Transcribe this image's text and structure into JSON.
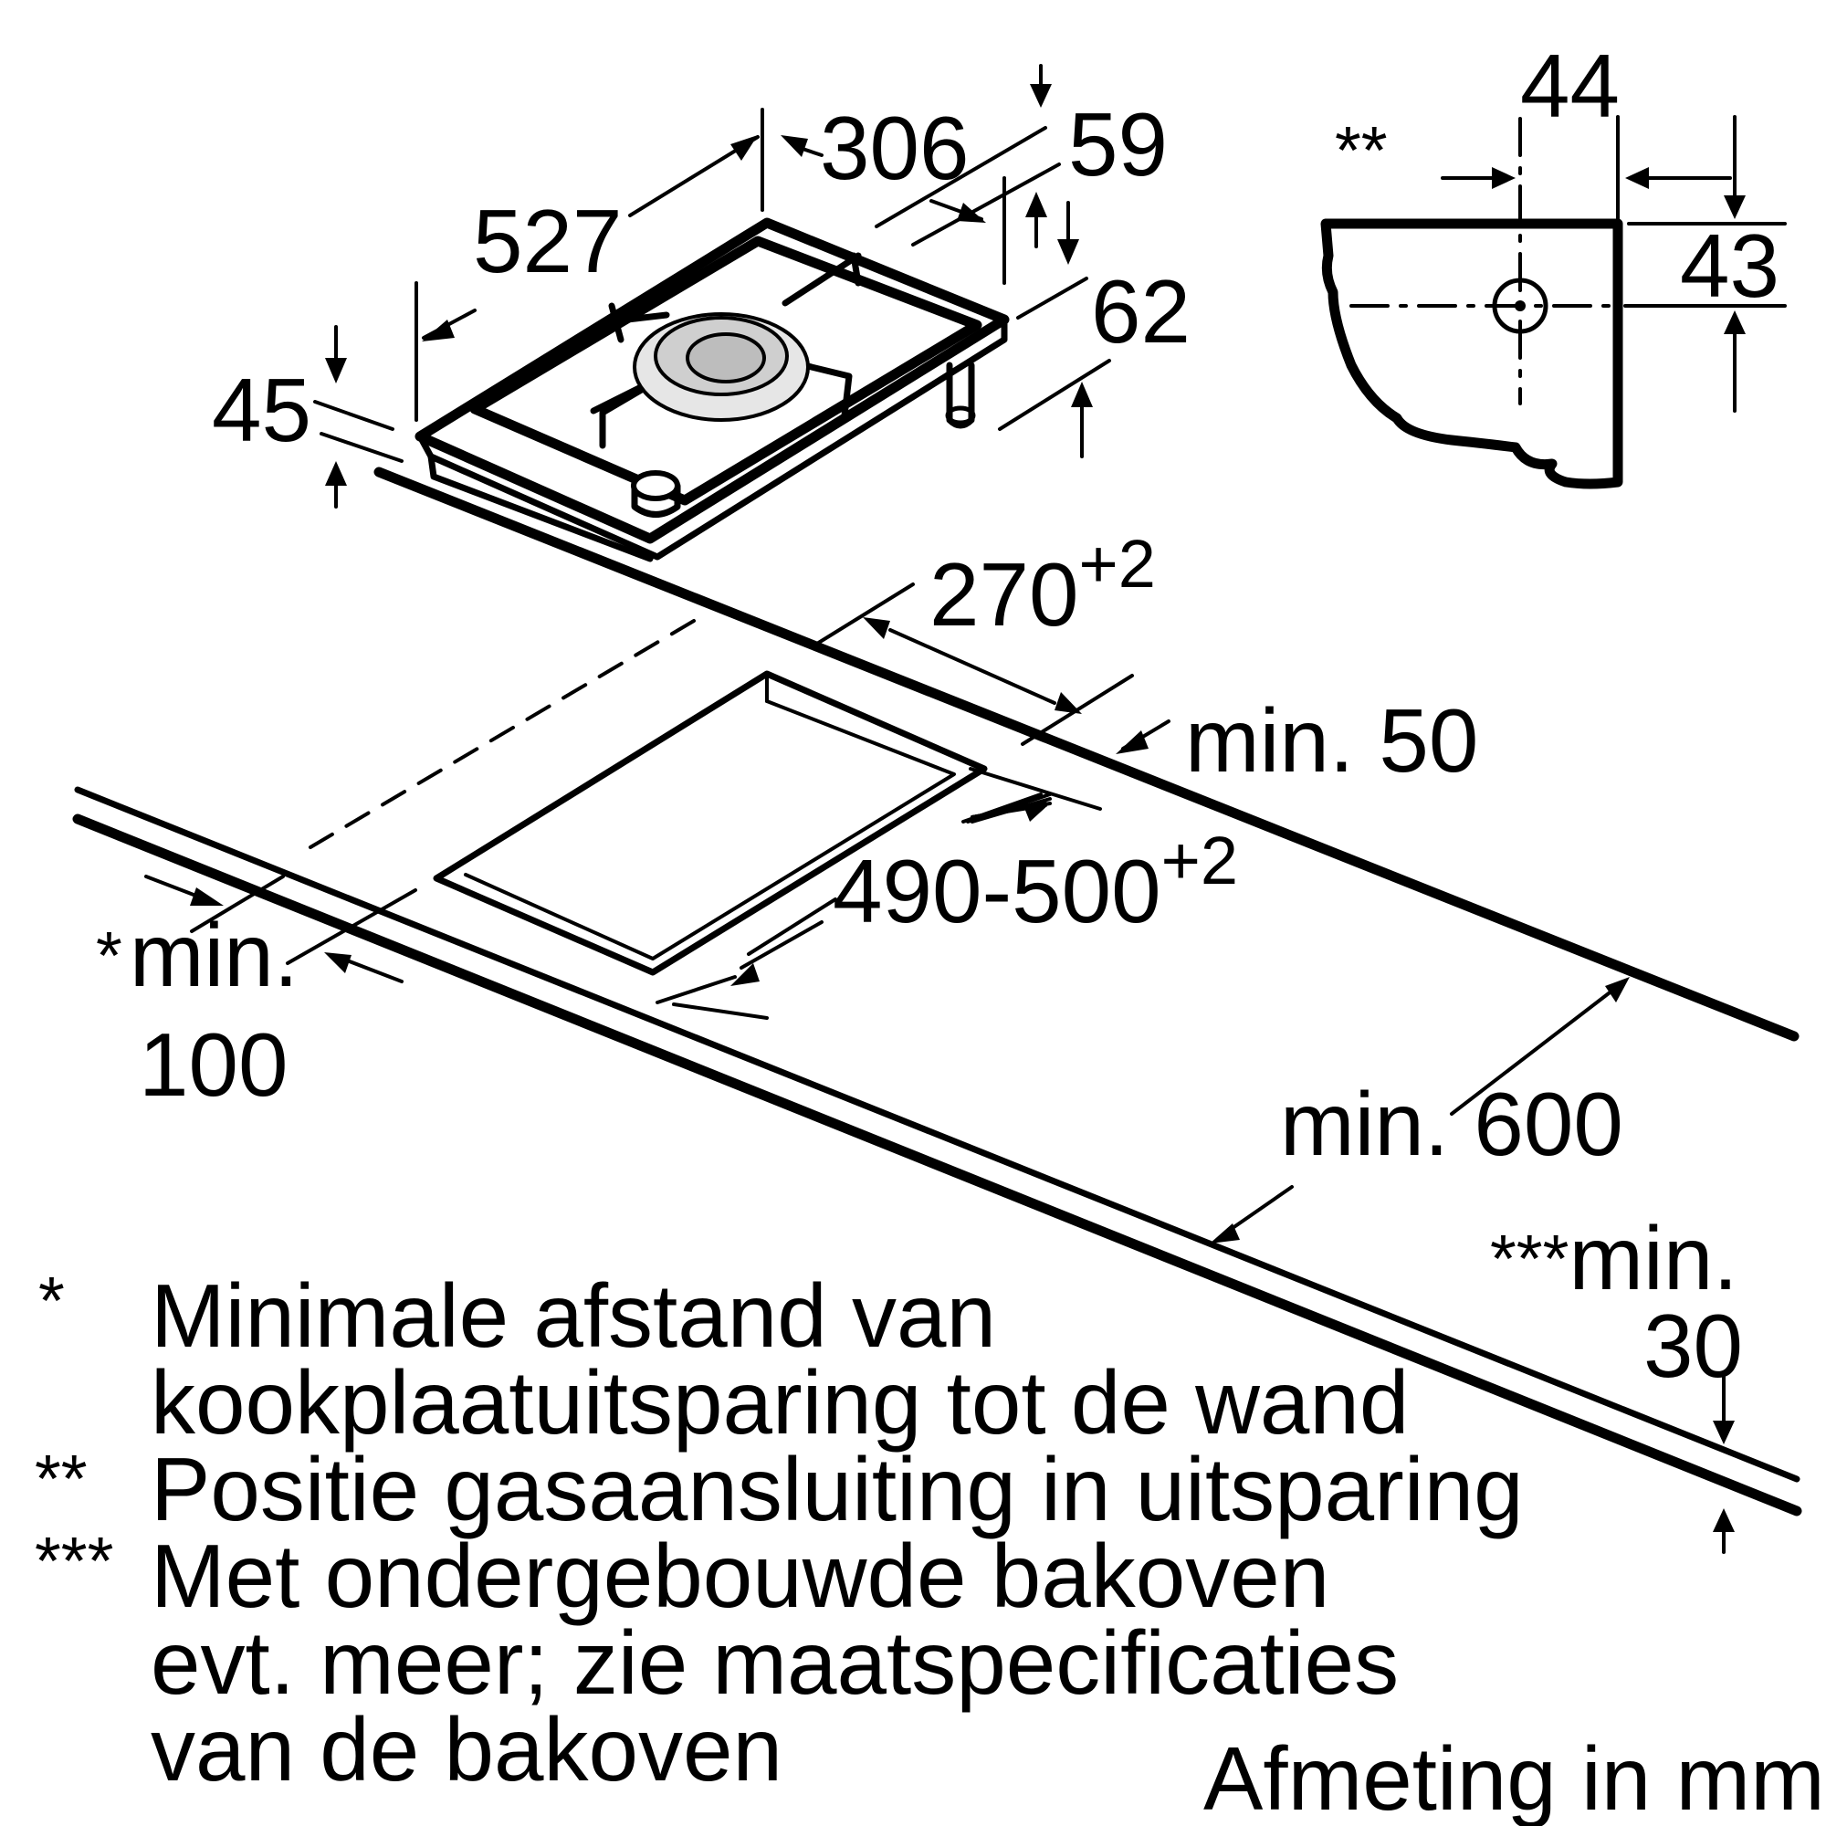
{
  "hob": {
    "width": "306",
    "depth": "527",
    "height_total": "59",
    "height_below": "45",
    "connector_depth": "62"
  },
  "gas_connection": {
    "marker": "**",
    "offset_horizontal": "44",
    "offset_vertical": "43"
  },
  "cutout": {
    "width": "270",
    "width_tolerance": "+2",
    "depth": "490-500",
    "depth_tolerance": "+2",
    "min_back": "min. 50",
    "min_front_marker": "*",
    "min_front_label": "min.",
    "min_front_value": "100",
    "min_worktop_depth": "min. 600",
    "min_thickness_marker": "***",
    "min_thickness_label": "min.",
    "min_thickness_value": "30"
  },
  "notes": [
    {
      "marker": "*",
      "lines": [
        "Minimale afstand van",
        "kookplaatuitsparing tot de wand"
      ]
    },
    {
      "marker": "**",
      "lines": [
        "Positie gasaansluiting in uitsparing"
      ]
    },
    {
      "marker": "***",
      "lines": [
        "Met ondergebouwde bakoven",
        "evt. meer; zie maatspecificaties",
        "van de bakoven"
      ]
    }
  ],
  "unit_caption": "Afmeting in mm"
}
